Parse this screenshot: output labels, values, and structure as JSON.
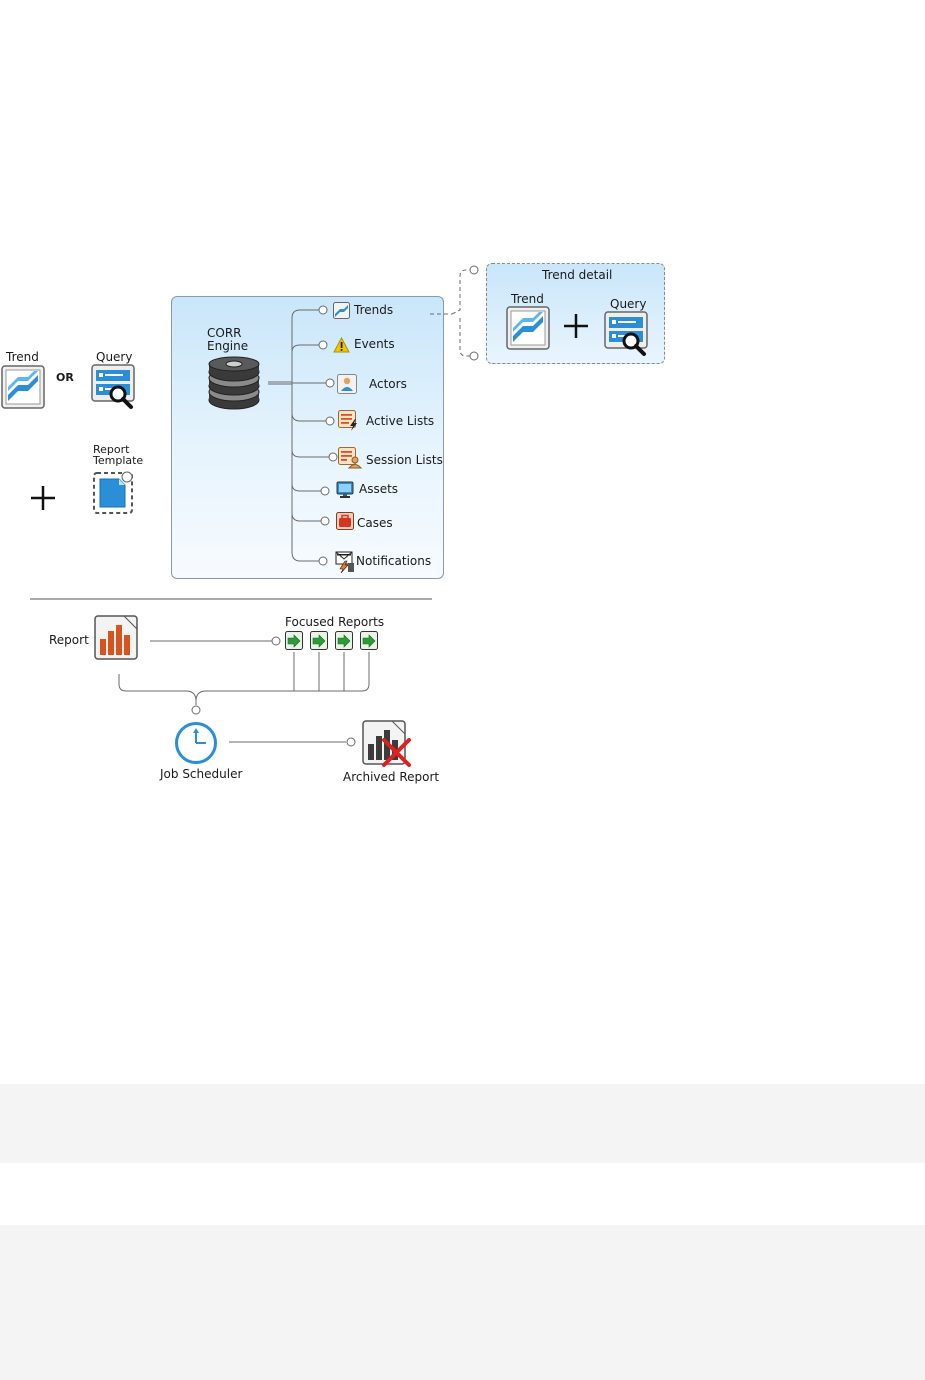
{
  "left": {
    "trend_label": "Trend",
    "or_label": "OR",
    "query_label": "Query",
    "report_template_label_1": "Report",
    "report_template_label_2": "Template"
  },
  "engine": {
    "label_1": "CORR",
    "label_2": "Engine"
  },
  "resources": [
    {
      "label": "Trends"
    },
    {
      "label": "Events"
    },
    {
      "label": "Actors"
    },
    {
      "label": "Active Lists"
    },
    {
      "label": "Session Lists"
    },
    {
      "label": "Assets"
    },
    {
      "label": "Cases"
    },
    {
      "label": "Notifications"
    }
  ],
  "trend_detail": {
    "title": "Trend detail",
    "trend_label": "Trend",
    "query_label": "Query"
  },
  "bottom": {
    "report_label": "Report",
    "focused_reports_label": "Focused Reports",
    "job_scheduler_label": "Job Scheduler",
    "archived_report_label": "Archived Report"
  },
  "colors": {
    "trend_blue": "#2a8fd6",
    "report_orange": "#d9531e",
    "focused_green": "#2e9a3a",
    "alert_yellow": "#f5c400",
    "archive_red": "#e02020"
  }
}
